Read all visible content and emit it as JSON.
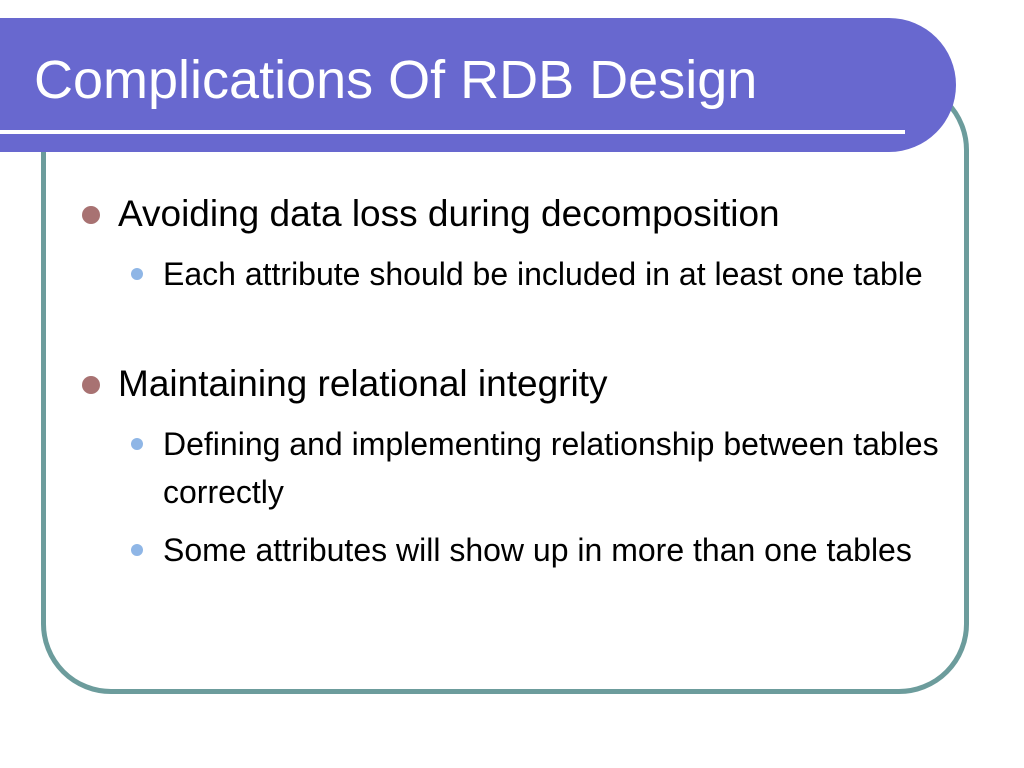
{
  "slide": {
    "title": "Complications Of RDB Design",
    "bullets": [
      {
        "text": "Avoiding data loss during decomposition",
        "children": [
          "Each attribute should be included in at least one table"
        ]
      },
      {
        "text": "Maintaining relational integrity",
        "children": [
          "Defining and implementing relationship between tables correctly",
          "Some attributes will show up in more than one tables"
        ]
      }
    ]
  },
  "colors": {
    "title_band": "#6868cf",
    "frame_border": "#6c9c9c",
    "level1_bullet": "#a87272",
    "level2_bullet": "#8fb6e6"
  }
}
